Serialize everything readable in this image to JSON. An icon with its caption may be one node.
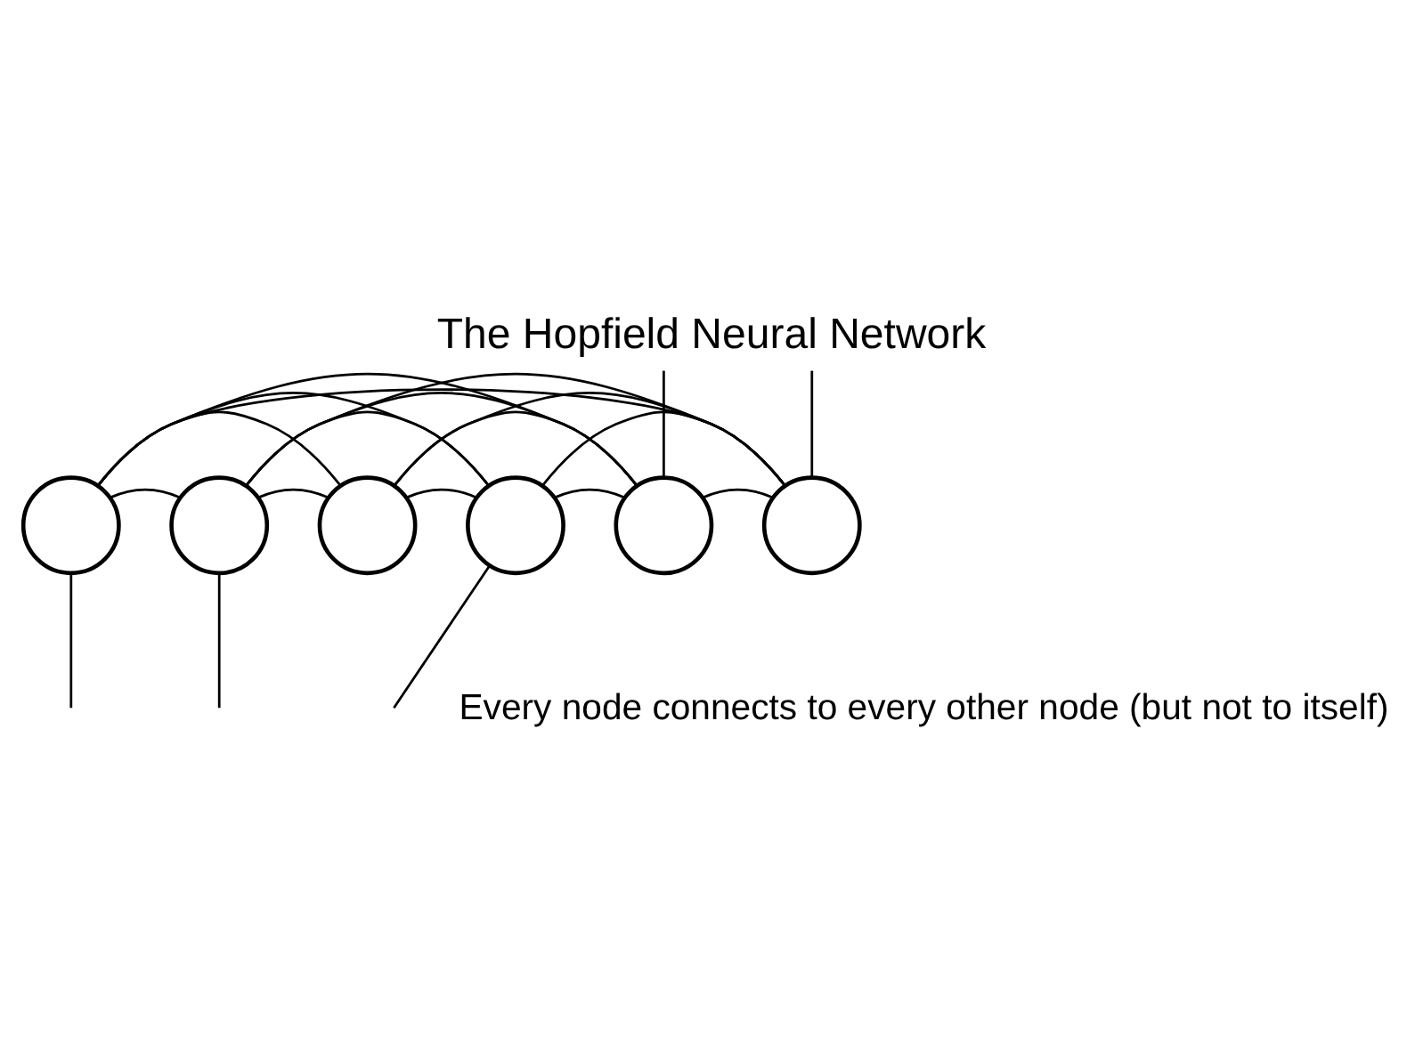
{
  "diagram": {
    "title": "The Hopfield Neural Network",
    "caption": "Every node connects to every other node (but not to itself)",
    "nodes": [
      {
        "text": [],
        "shape": "circle"
      },
      {
        "text": [],
        "shape": "circle"
      },
      {
        "text": [],
        "shape": "circle"
      },
      {
        "text": [],
        "shape": "circle"
      },
      {
        "text": [],
        "shape": "circle"
      },
      {
        "text": [],
        "shape": "circle"
      }
    ],
    "edges": [
      {
        "from": 0,
        "to": 1,
        "arrow": "none"
      },
      {
        "from": 1,
        "to": 2,
        "arrow": "none"
      },
      {
        "from": 2,
        "to": 3,
        "arrow": "none"
      },
      {
        "from": 3,
        "to": null,
        "arrow": "none"
      },
      {
        "from": null,
        "to": 4,
        "arrow": "none"
      },
      {
        "from": 4,
        "to": 5,
        "arrow": "none"
      },
      {
        "from": 0,
        "to": 2,
        "arrow": "none"
      },
      {
        "from": 0,
        "to": 3,
        "arrow": "none"
      },
      {
        "from": 0,
        "to": 4,
        "arrow": "none"
      },
      {
        "from": 0,
        "to": 5,
        "arrow": "none"
      },
      {
        "from": 0,
        "to": null,
        "arrow": "none"
      },
      {
        "from": 1,
        "to": 3,
        "arrow": "none"
      },
      {
        "from": 1,
        "to": 4,
        "arrow": "none"
      },
      {
        "from": 1,
        "to": 5,
        "arrow": "none"
      },
      {
        "from": 1,
        "to": null,
        "arrow": "none"
      },
      {
        "from": 2,
        "to": 4,
        "arrow": "none"
      },
      {
        "from": 2,
        "to": 5,
        "arrow": "none"
      },
      {
        "from": 3,
        "to": 4,
        "arrow": "none"
      },
      {
        "from": 3,
        "to": 5,
        "arrow": "none"
      },
      {
        "from": null,
        "to": 5,
        "arrow": "none"
      }
    ]
  }
}
